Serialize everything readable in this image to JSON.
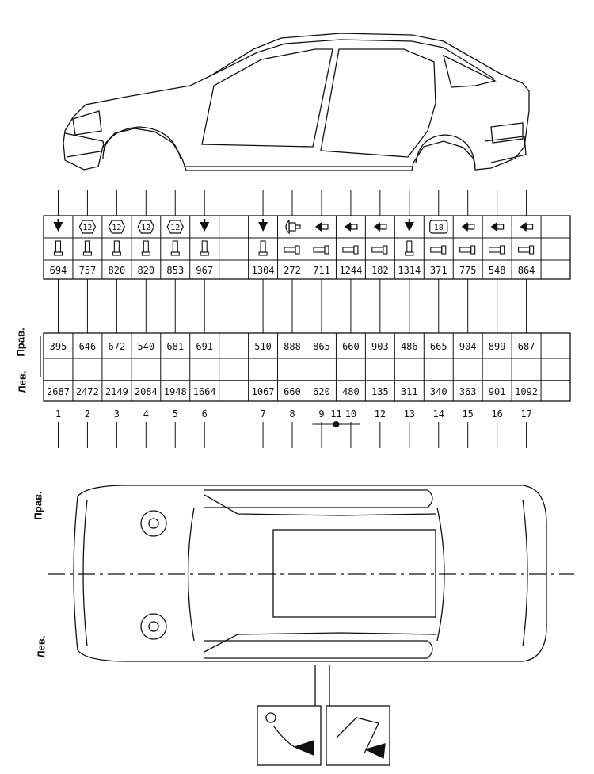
{
  "labels": {
    "right": "Прав.",
    "left": "Лев."
  },
  "points": [
    {
      "num": "1",
      "icon": "arrow-down",
      "bolt": "vertical",
      "height": "694",
      "right": "395",
      "left": "2687"
    },
    {
      "num": "2",
      "icon": "hex-12",
      "bolt": "vertical",
      "height": "757",
      "right": "646",
      "left": "2472"
    },
    {
      "num": "3",
      "icon": "hex-12",
      "bolt": "vertical",
      "height": "820",
      "right": "672",
      "left": "2149"
    },
    {
      "num": "4",
      "icon": "hex-12",
      "bolt": "vertical",
      "height": "820",
      "right": "540",
      "left": "2084"
    },
    {
      "num": "5",
      "icon": "hex-12",
      "bolt": "vertical",
      "height": "853",
      "right": "681",
      "left": "1948"
    },
    {
      "num": "6",
      "icon": "arrow-down",
      "bolt": "vertical",
      "height": "967",
      "right": "691",
      "left": "1664"
    },
    {
      "num": "",
      "icon": "",
      "bolt": "",
      "height": "",
      "right": "",
      "left": ""
    },
    {
      "num": "7",
      "icon": "arrow-down",
      "bolt": "vertical",
      "height": "1304",
      "right": "510",
      "left": "1067"
    },
    {
      "num": "8",
      "icon": "side-plug",
      "bolt": "horizontal",
      "height": "272",
      "right": "888",
      "left": "660"
    },
    {
      "num": "9",
      "icon": "arrow-left",
      "bolt": "horizontal",
      "height": "711",
      "right": "865",
      "left": "620"
    },
    {
      "num": "10",
      "icon": "arrow-left",
      "bolt": "horizontal",
      "height": "1244",
      "right": "660",
      "left": "480"
    },
    {
      "num": "12",
      "icon": "arrow-left",
      "bolt": "horizontal",
      "height": "182",
      "right": "903",
      "left": "135"
    },
    {
      "num": "13",
      "icon": "arrow-down",
      "bolt": "vertical",
      "height": "1314",
      "right": "486",
      "left": "311"
    },
    {
      "num": "14",
      "icon": "rect-18",
      "bolt": "horizontal",
      "height": "371",
      "right": "665",
      "left": "340"
    },
    {
      "num": "15",
      "icon": "arrow-left",
      "bolt": "horizontal",
      "height": "775",
      "right": "904",
      "left": "363"
    },
    {
      "num": "16",
      "icon": "arrow-left",
      "bolt": "horizontal",
      "height": "548",
      "right": "899",
      "left": "901"
    },
    {
      "num": "17",
      "icon": "arrow-left",
      "bolt": "horizontal",
      "height": "864",
      "right": "687",
      "left": "1092"
    },
    {
      "num": "",
      "icon": "",
      "bolt": "",
      "height": "",
      "right": "",
      "left": ""
    }
  ],
  "center_point": "11",
  "icon_labels": {
    "hex": "12",
    "rect": "18"
  }
}
